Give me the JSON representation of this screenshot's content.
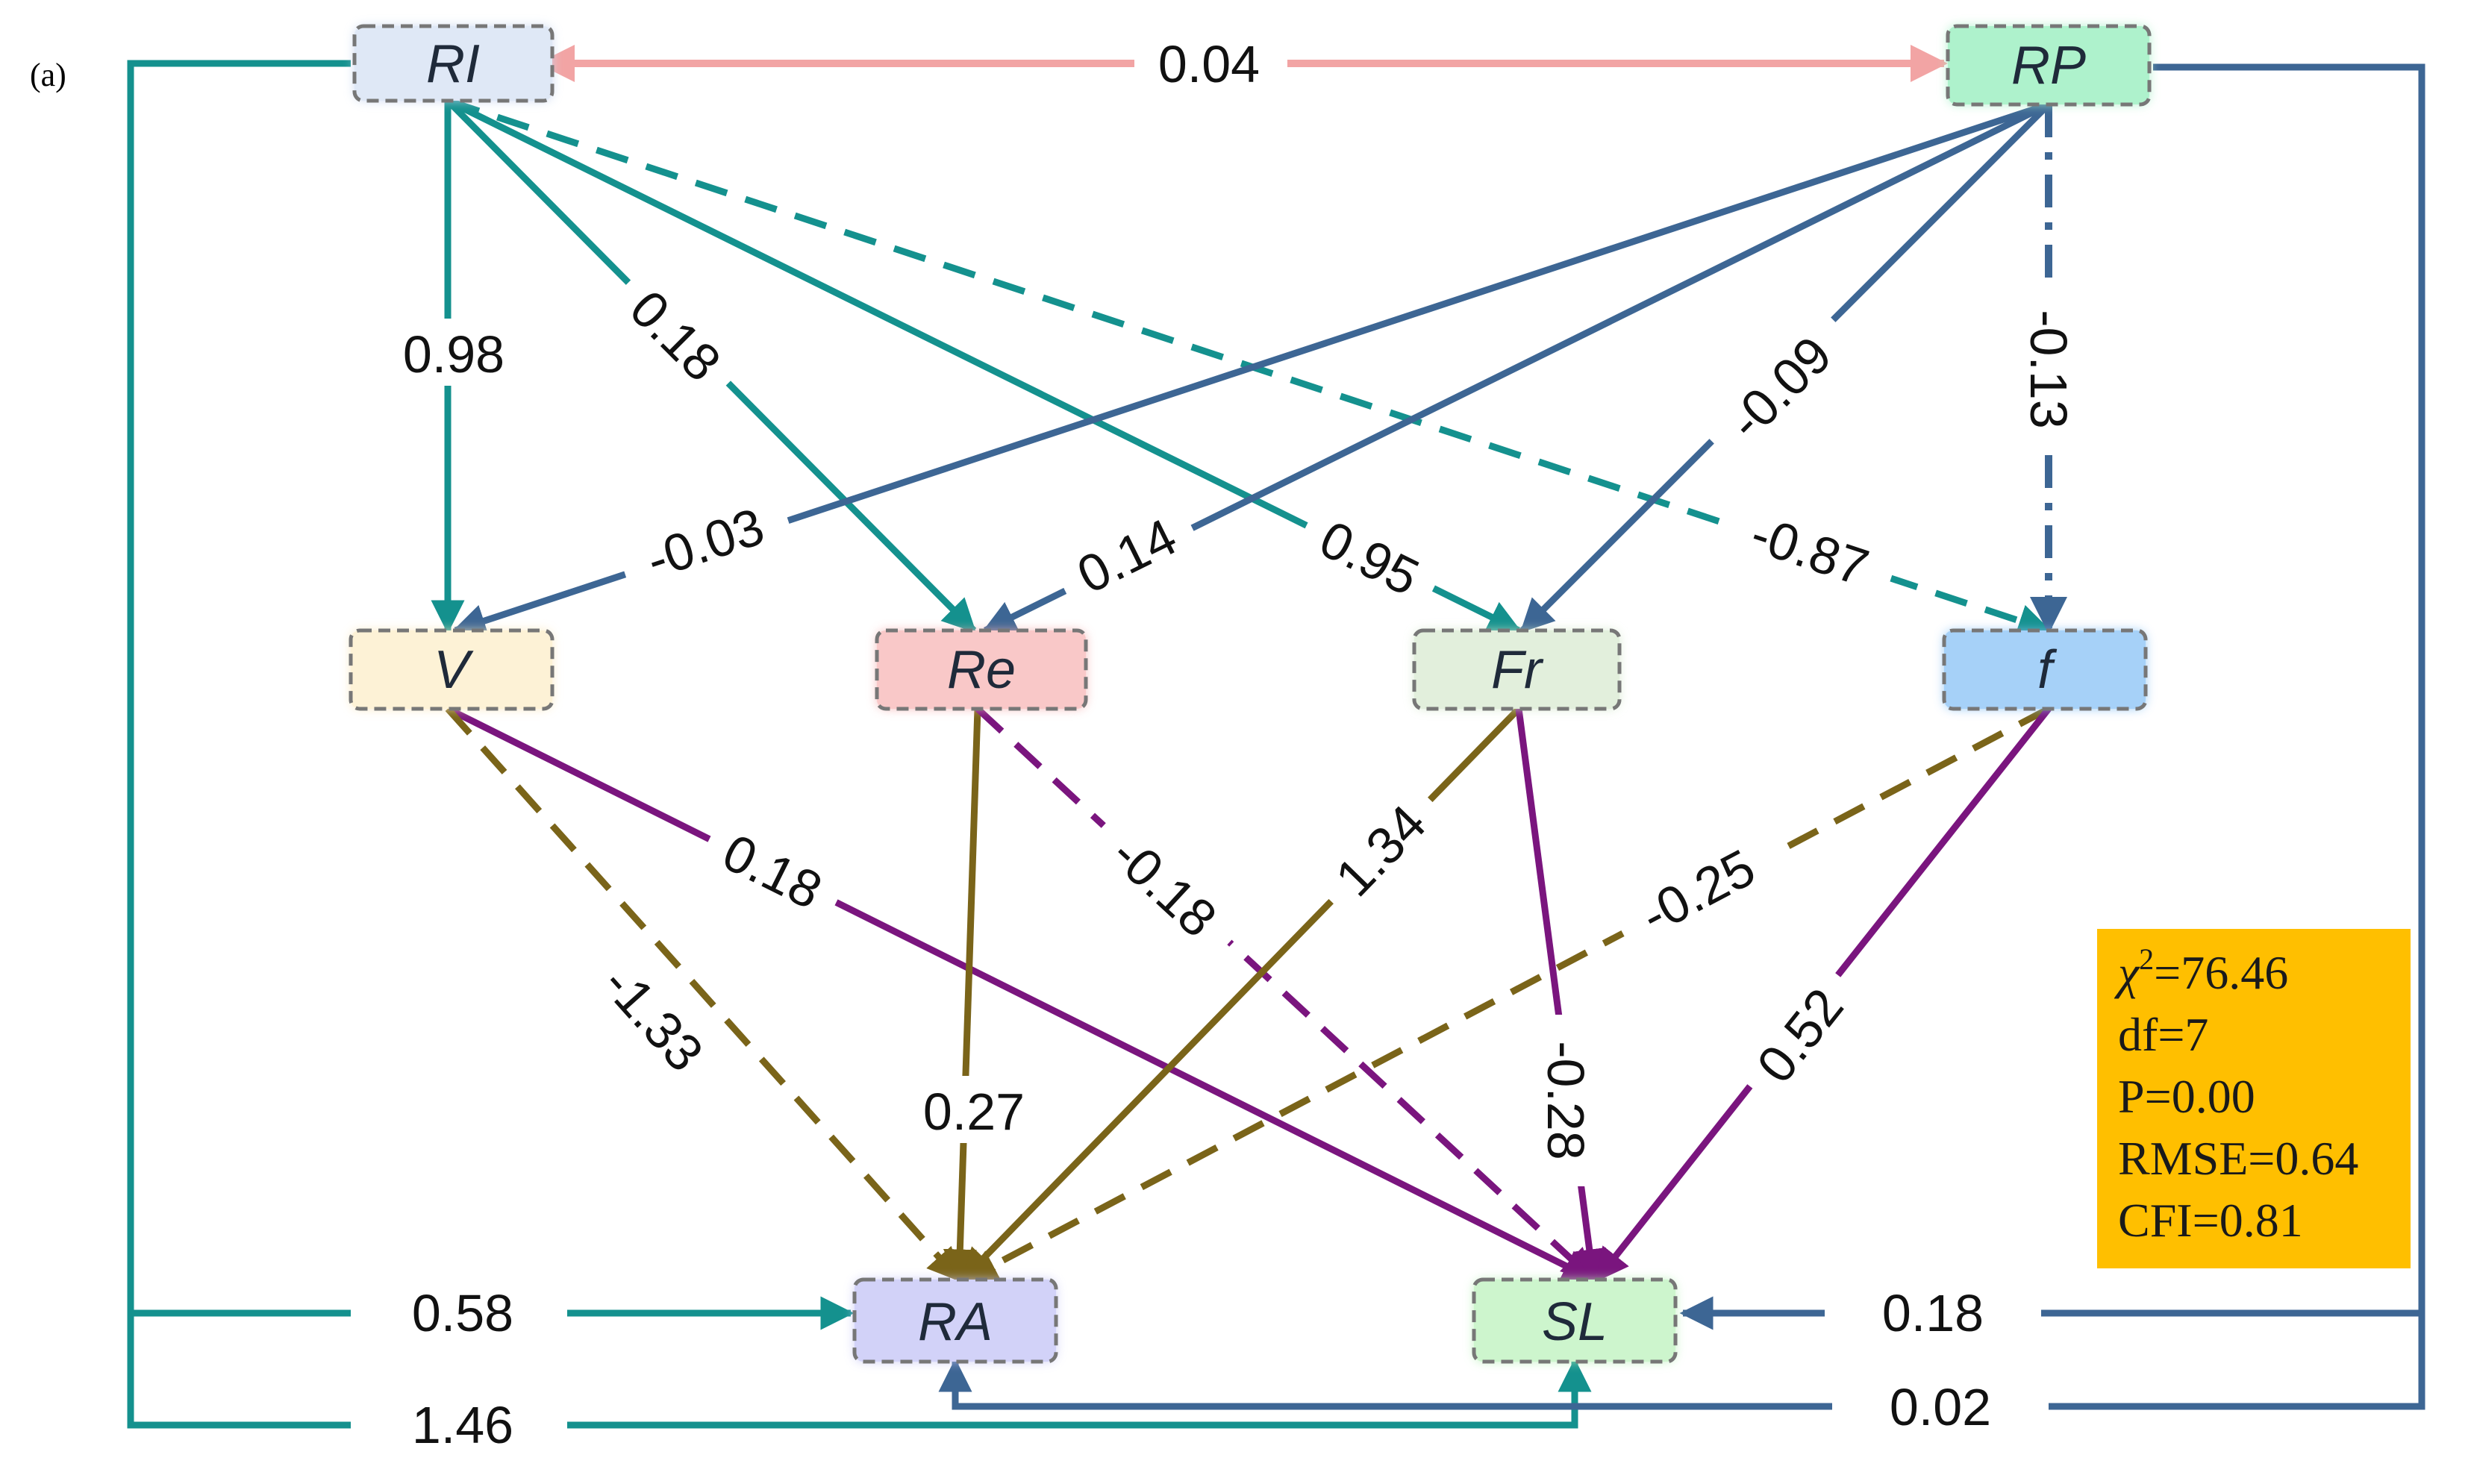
{
  "panel_label": "(a)",
  "colors": {
    "teal": "#14918e",
    "blue": "#3d6694",
    "pink": "#f2a4a4",
    "purple": "#7a157e",
    "olive": "#7a6419",
    "fit_box": "#ffbf00"
  },
  "nodes": {
    "RI": "RI",
    "RP": "RP",
    "V": "V",
    "Re": "Re",
    "Fr": "Fr",
    "f": "f",
    "RA": "RA",
    "SL": "SL"
  },
  "paths": {
    "RI_RP": "0.04",
    "RI_V": "0.98",
    "RI_Re": "0.18",
    "RI_Fr": "0.95",
    "RI_f": "-0.87",
    "RP_V": "-0.03",
    "RP_Re": "0.14",
    "RP_Fr": "-0.09",
    "RP_f": "-0.13",
    "V_SL": "0.18",
    "V_RA": "-1.33",
    "Re_RA": "0.27",
    "Re_SL": "-0.18",
    "Fr_RA": "1.34",
    "Fr_SL": "-0.28",
    "f_RA": "-0.25",
    "f_SL": "0.52",
    "RI_RA": "0.58",
    "RI_SL": "1.46",
    "RP_SL": "0.18",
    "RP_RA": "0.02"
  },
  "fit": {
    "chi_symbol": "χ",
    "chi_sup": "2",
    "chi_value": "=76.46",
    "df": "df=7",
    "p": "P=0.00",
    "rmse": "RMSE=0.64",
    "cfi": "CFI=0.81"
  }
}
